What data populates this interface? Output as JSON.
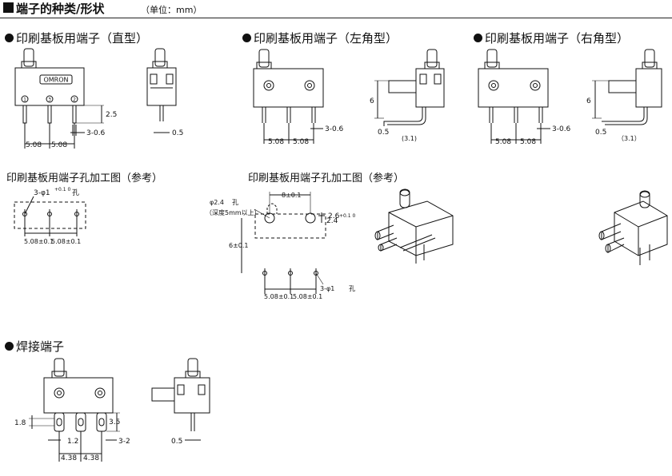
{
  "header": {
    "title": "端子的种类/形状",
    "unit": "（单位：mm）"
  },
  "sections": {
    "pcb_straight": "印刷基板用端子（直型）",
    "pcb_left": "印刷基板用端子（左角型）",
    "pcb_right": "印刷基板用端子（右角型）",
    "solder": "焊接端子"
  },
  "captions": {
    "hole1": "印刷基板用端子孔加工图（参考）",
    "hole2": "印刷基板用端子孔加工图（参考）"
  },
  "brand": "OMRON",
  "terminal_numbers": [
    "1",
    "3",
    "2"
  ],
  "dims": {
    "pitch": "5.08",
    "pitch_tol": "5.08±0.1",
    "pin_len": "2.5",
    "pin_w": "3-0.6",
    "pin_t": "0.5",
    "height6": "6",
    "bend": "(3.1)",
    "bend_r": "（3.1）",
    "hole3": "3-φ1",
    "hole3_tol": "+0.1 0",
    "hole_suffix": "孔",
    "big_hole": "φ2.4",
    "big_hole_note": "（深度5mm以上）",
    "span8": "8±0.1",
    "d26": "2.6",
    "d24": "2.4",
    "d24_tol": "+0.1 0",
    "six_tol": "6±0.1",
    "s18": "1.8",
    "s35": "3.5",
    "s12": "1.2",
    "s32": "3-2",
    "s438": "4.38",
    "s05": "0.5"
  }
}
